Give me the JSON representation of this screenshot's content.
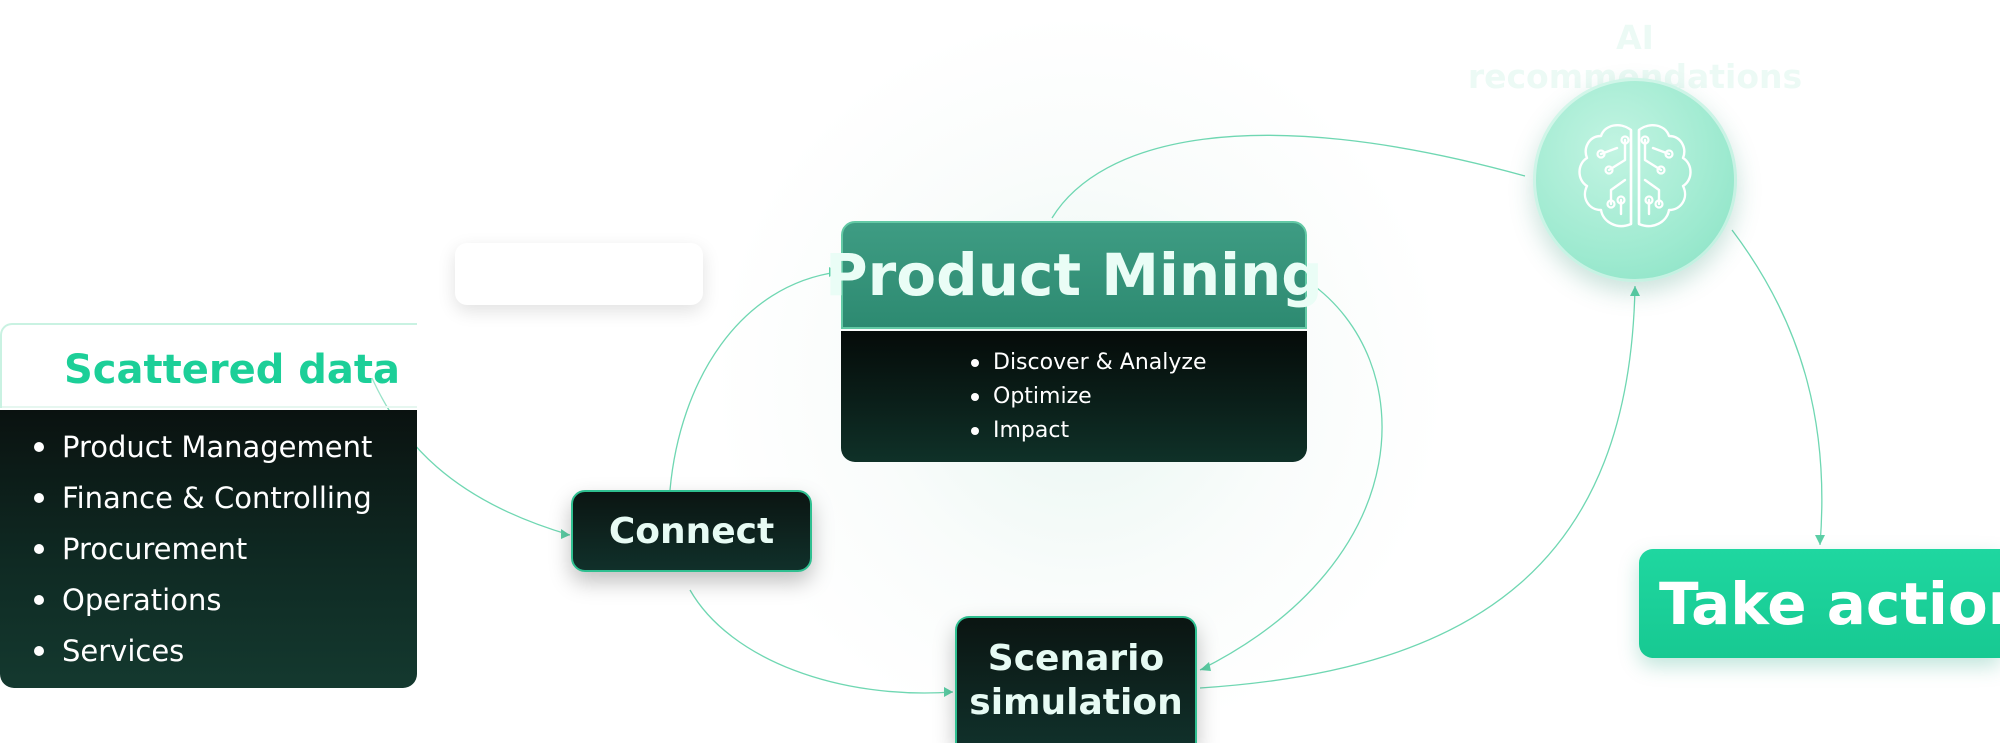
{
  "ai_label": "AI recommendations",
  "scattered": {
    "title": "Scattered data",
    "items": [
      "Product Management",
      "Finance & Controlling",
      "Procurement",
      "Operations",
      "Services"
    ]
  },
  "connect": {
    "label": "Connect"
  },
  "product_mining": {
    "title": "Product Mining",
    "items": [
      "Discover & Analyze",
      "Optimize",
      "Impact"
    ]
  },
  "scenario": {
    "line1": "Scenario",
    "line2": "simulation"
  },
  "take_action": {
    "label": "Take action"
  },
  "colors": {
    "accent": "#1ccf98",
    "dark": "#0f2a23",
    "teal_header": "#3a9a80",
    "brain": "#a8eed6"
  },
  "icons": {
    "brain": "brain-circuit-icon"
  }
}
